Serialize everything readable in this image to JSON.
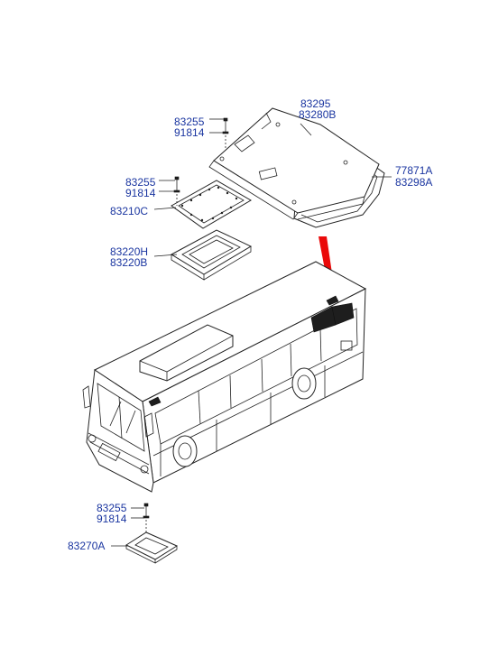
{
  "labels": {
    "roof_panel_a": "83295",
    "roof_panel_b": "83280B",
    "roof_screw_top": "83255",
    "roof_washer_top": "91814",
    "trim_a": "77871A",
    "trim_b": "83298A",
    "hatch_screw": "83255",
    "hatch_washer": "91814",
    "hatch_cover": "83210C",
    "hatch_frame_a": "83220H",
    "hatch_frame_b": "83220B",
    "floor_screw": "83255",
    "floor_washer": "91814",
    "floor_hatch": "83270A"
  },
  "colors": {
    "label_text": "#1a35a0",
    "indicator_arrow": "#ea0a0a",
    "line": "#222222"
  }
}
